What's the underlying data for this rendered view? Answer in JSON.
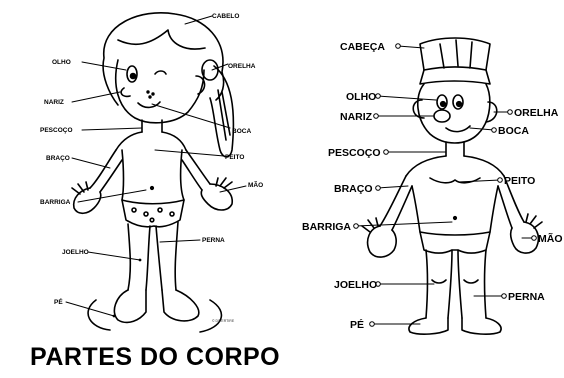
{
  "girl_labels": {
    "cabelo": "CABELO",
    "olho": "OLHO",
    "orelha": "ORELHA",
    "nariz": "NARIZ",
    "pescoco": "PESCOÇO",
    "boca": "BOCA",
    "braco": "BRAÇO",
    "peito": "PEITO",
    "barriga": "BARRIGA",
    "mao": "MÃO",
    "joelho": "JOELHO",
    "perna": "PERNA",
    "pe": "PÉ"
  },
  "boy_labels": {
    "cabeca": "CABEÇA",
    "olho": "OLHO",
    "orelha": "ORELHA",
    "nariz": "NARIZ",
    "boca": "BOCA",
    "pescoco": "PESCOÇO",
    "braco": "BRAÇO",
    "peito": "PEITO",
    "barriga": "BARRIGA",
    "mao": "MÃO",
    "joelho": "JOELHO",
    "perna": "PERNA",
    "pe": "PÉ"
  },
  "title": "PARTES DO CORPO",
  "credit": "© DIVERTIRE"
}
